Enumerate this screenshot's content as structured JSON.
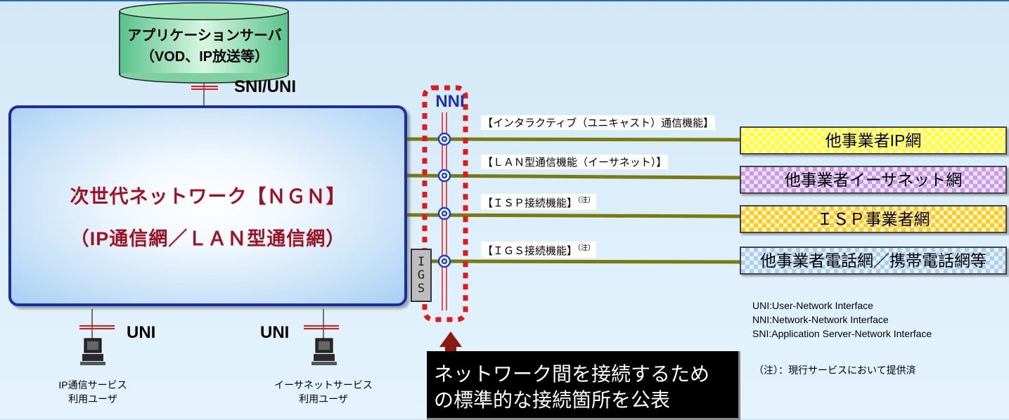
{
  "app_server": {
    "line1": "アプリケーションサーバ",
    "line2": "（VOD、IP放送等）"
  },
  "interfaces": {
    "sni_uni": "SNI/UNI",
    "uni_left": "UNI",
    "uni_right": "UNI",
    "nni": "NNI"
  },
  "ngn": {
    "title_line1": "次世代ネットワーク【ＮＧＮ】",
    "title_line2": "（IP通信網／ＬＡＮ型通信網）"
  },
  "igs": {
    "chars": [
      "I",
      "G",
      "S"
    ]
  },
  "functions": [
    {
      "label": "【インタラクティブ（ユニキャスト）通信機能】",
      "note": ""
    },
    {
      "label": "【ＬＡＮ型通信機能（イーサネット）】",
      "note": ""
    },
    {
      "label": "【ＩＳＰ接続機能】",
      "note": "（注）"
    },
    {
      "label": "【ＩＧＳ接続機能】",
      "note": "（注）"
    }
  ],
  "external_networks": [
    {
      "label": "他事業者IP網",
      "color": "#ffff33"
    },
    {
      "label": "他事業者イーサネット網",
      "color": "#c89ce8"
    },
    {
      "label": "ＩＳＰ事業者網",
      "color": "#ffcc22"
    },
    {
      "label": "他事業者電話網／携帯電話網等",
      "color": "#a9cff3"
    }
  ],
  "glossary": [
    "UNI:User-Network Interface",
    "NNI:Network-Network Interface",
    "SNI:Application Server-Network Interface"
  ],
  "note": "（注）：現行サービスにおいて提供済",
  "callout": {
    "line1": "ネットワーク間を接続するため",
    "line2": "の標準的な接続箇所を公表"
  },
  "users": {
    "ip": {
      "line1": "IP通信サービス",
      "line2": "利用ユーザ"
    },
    "ethernet": {
      "line1": "イーサネットサービス",
      "line2": "利用ユーザ"
    }
  },
  "colors": {
    "ngn_title": "#9e1222",
    "nni_frame": "#e01a1a",
    "connection_line": "#7a7a10",
    "nni_text": "#1b2fb0",
    "callout_bg": "#000000"
  }
}
